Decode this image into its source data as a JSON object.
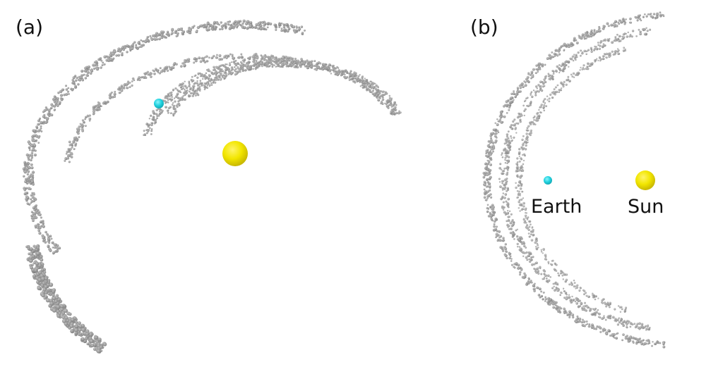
{
  "panel_a": {
    "label": "(a)"
  },
  "panel_b": {
    "label": "(b)",
    "earth_label": "Earth",
    "sun_label": "Sun"
  },
  "colors": {
    "particles": "#8c8c8c",
    "earth": "#22d3e0",
    "sun": "#f2e600"
  }
}
